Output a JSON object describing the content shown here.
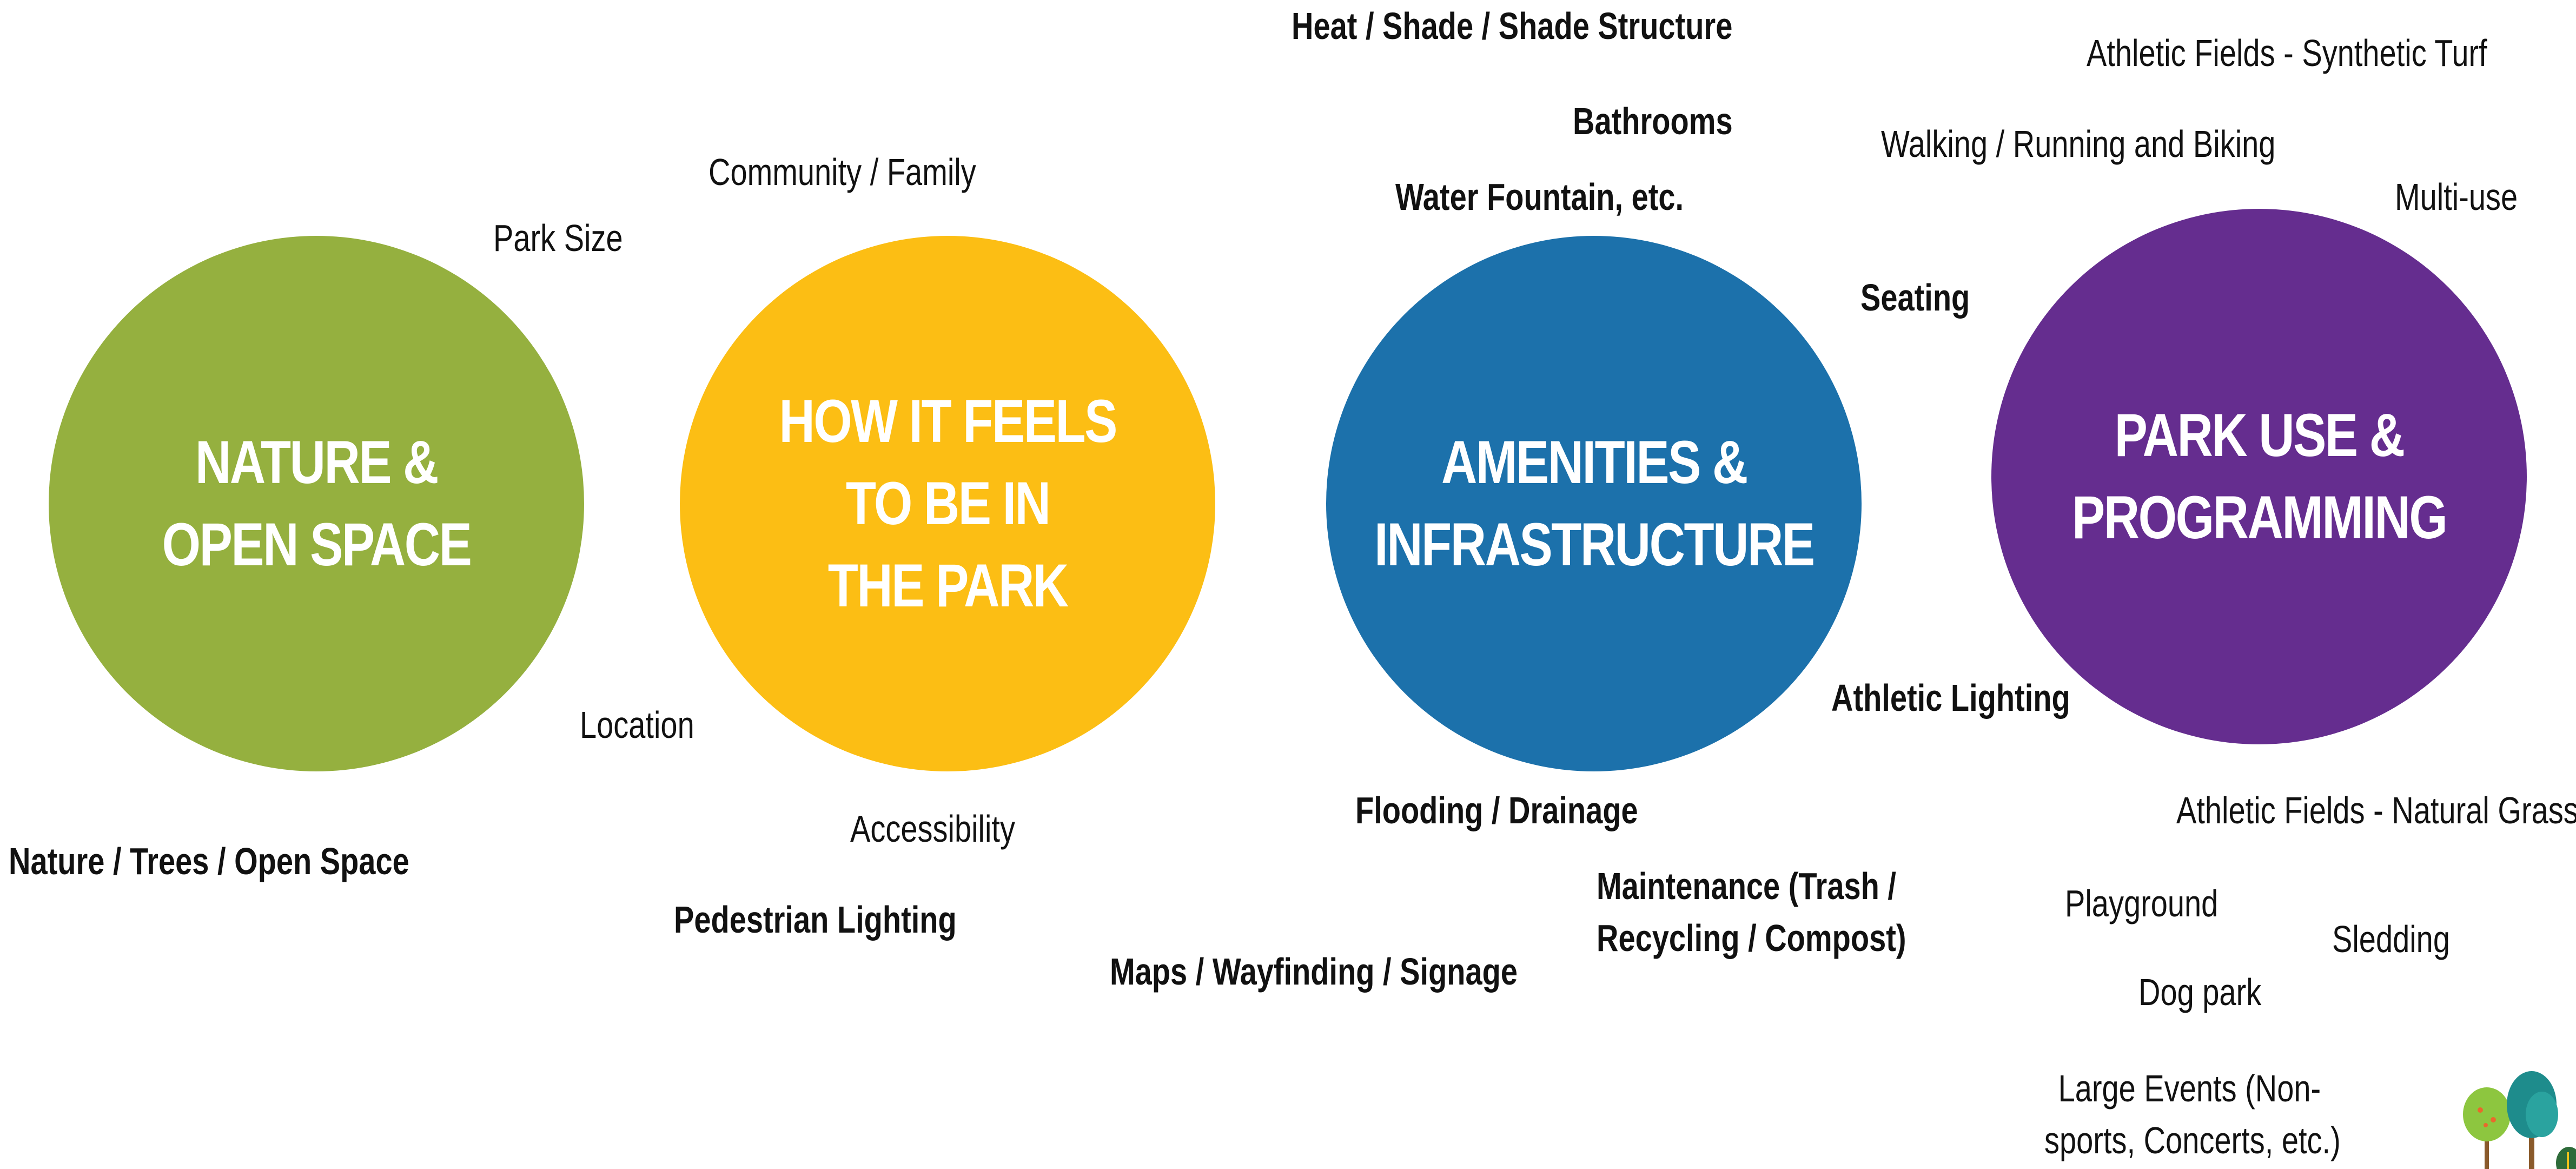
{
  "colors": {
    "nature": "#95B03F",
    "feels": "#FCBE14",
    "amenities": "#1C71AB",
    "programming": "#652D8F"
  },
  "circles": {
    "nature": [
      "NATURE &",
      "OPEN SPACE"
    ],
    "feels": [
      "HOW IT FEELS",
      "TO BE IN",
      "THE PARK"
    ],
    "amenities": [
      "AMENITIES &",
      "INFRASTRUCTURE"
    ],
    "programming": [
      "PARK USE &",
      "PROGRAMMING"
    ]
  },
  "labels": {
    "heat_shade": "Heat / Shade / Shade Structure",
    "athletic_turf": "Athletic Fields - Synthetic Turf",
    "bathrooms": "Bathrooms",
    "walking": "Walking / Running and Biking",
    "community": "Community / Family",
    "water_fountain": "Water Fountain, etc.",
    "multi_use": "Multi-use",
    "park_size": "Park Size",
    "seating": "Seating",
    "location": "Location",
    "athletic_lighting": "Athletic Lighting",
    "flooding": "Flooding / Drainage",
    "athletic_grass": "Athletic Fields - Natural Grass",
    "accessibility": "Accessibility",
    "nature_trees": "Nature / Trees / Open Space",
    "maintenance": [
      "Maintenance (Trash /",
      "Recycling / Compost)"
    ],
    "playground": "Playground",
    "pedestrian_lighting": "Pedestrian Lighting",
    "sledding": "Sledding",
    "maps": "Maps / Wayfinding / Signage",
    "dog_park": "Dog park",
    "large_events": [
      "Large Events (Non-",
      "sports, Concerts, etc.)"
    ]
  },
  "decor": {
    "trees": "trees-illustration"
  }
}
